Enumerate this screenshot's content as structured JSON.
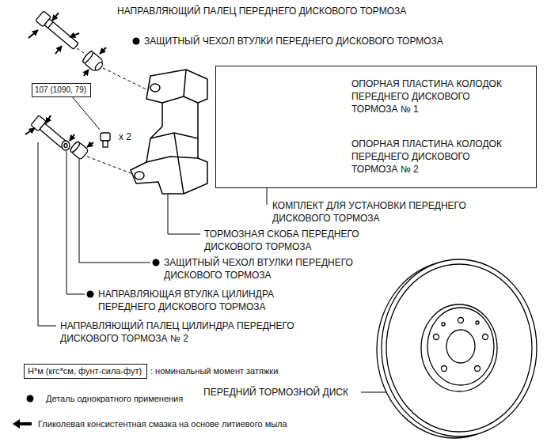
{
  "diagram": {
    "nodes": [
      {
        "text": [
          "ОПОРНАЯ ПЛАСТИНА КОЛОДОК ПЕРЕДНЕГО ДИСКОВОГО ТОРМОЗА № 1",
          "ОПОРНАЯ ПЛАСТИНА КОЛОДОК ПЕРЕДНЕГО ДИСКОВОГО ТОРМОЗА № 2",
          "КОМПЛЕКТ ДЛЯ УСТАНОВКИ ПЕРЕДНЕГО ДИСКОВОГО ТОРМОЗА"
        ]
      },
      {
        "text": [
          "107 (1090, 79)"
        ]
      },
      {
        "text": [
          "Н*м (кгс*см, фунт-сила-фут)"
        ]
      }
    ],
    "labels": [
      "НАПРАВЛЯЮЩИЙ ПАЛЕЦ ПЕРЕДНЕГО ДИСКОВОГО ТОРМОЗА",
      "ЗАЩИТНЫЙ ЧЕХОЛ ВТУЛКИ ПЕРЕДНЕГО ДИСКОВОГО ТОРМОЗА",
      "x 2",
      "ТОРМОЗНАЯ СКОБА ПЕРЕДНЕГО ДИСКОВОГО ТОРМОЗА",
      "ЗАЩИТНЫЙ ЧЕХОЛ ВТУЛКИ ПЕРЕДНЕГО ДИСКОВОГО ТОРМОЗА",
      "НАПРАВЛЯЮЩАЯ ВТУЛКА ЦИЛИНДРА ПЕРЕДНЕГО ДИСКОВОГО ТОРМОЗА",
      "НАПРАВЛЯЮЩИЙ ПАЛЕЦ ЦИЛИНДРА ПЕРЕДНЕГО ДИСКОВОГО ТОРМОЗА № 2",
      "ПЕРЕДНИЙ ТОРМОЗНОЙ ДИСК",
      ": номинальный момент затяжки"
    ],
    "legend": [
      {
        "text": "Деталь однократного применения"
      },
      {
        "text": "Гликолевая консистентная смазка на основе литиевого мыла"
      }
    ]
  }
}
